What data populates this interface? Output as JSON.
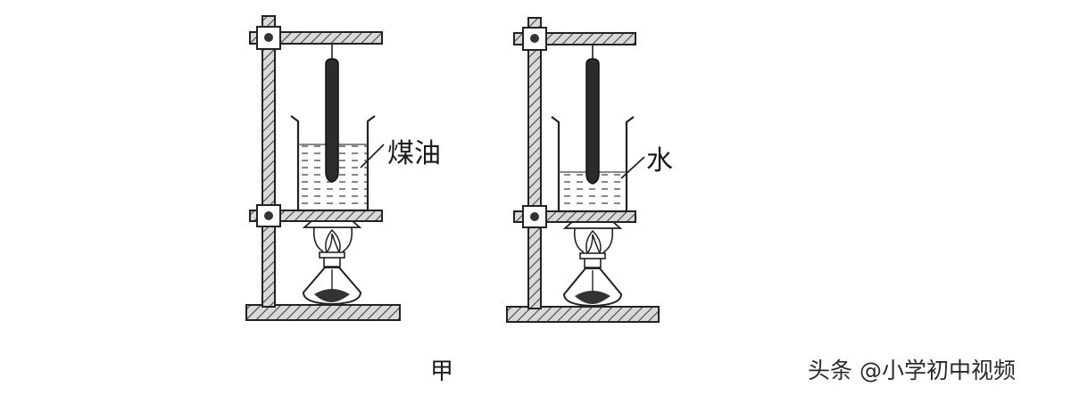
{
  "apparatus": {
    "left": {
      "liquid_label": "煤油"
    },
    "right": {
      "liquid_label": "水"
    }
  },
  "figure_caption": "甲",
  "watermark": "头条 @小学初中视频"
}
